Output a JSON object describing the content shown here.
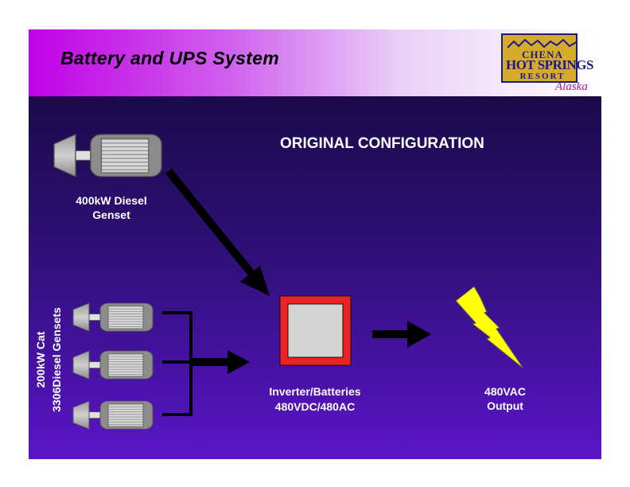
{
  "slide": {
    "title": "Battery and UPS System",
    "colors": {
      "header_gradient_start": "#c100e6",
      "panel_top": "#1a0a4a",
      "panel_bottom": "#5a14c8",
      "arrow": "#000000",
      "inverter_border": "#ee2222",
      "inverter_fill": "#d4d4d4",
      "bolt": "#ffff00",
      "label_text": "#ffffff"
    }
  },
  "logo": {
    "line1": "CHENA",
    "line2": "HOT SPRINGS",
    "line3": "RESORT",
    "line4": "Alaska"
  },
  "diagram": {
    "heading": "ORIGINAL CONFIGURATION",
    "diesel_label_line1": "400kW Diesel",
    "diesel_label_line2": "Genset",
    "cat_label_line1": "200kW Cat",
    "cat_label_line2": "3306Diesel Gensets",
    "inverter_label_line1": "Inverter/Batteries",
    "inverter_label_line2": "480VDC/480AC",
    "output_label_line1": "480VAC",
    "output_label_line2": "Output",
    "icons": {
      "genset": "genset-icon",
      "inverter": "inverter-icon",
      "output": "lightning-bolt-icon",
      "arrow": "arrow-icon"
    }
  }
}
